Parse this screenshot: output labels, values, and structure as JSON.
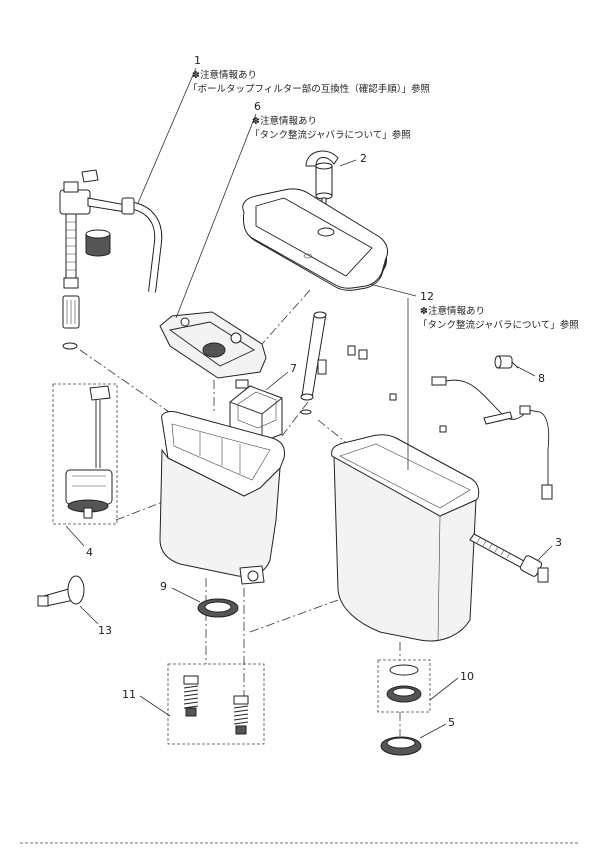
{
  "callouts": {
    "part_1": "1",
    "part_2": "2",
    "part_3": "3",
    "part_4": "4",
    "part_5": "5",
    "part_6": "6",
    "part_7": "7",
    "part_8": "8",
    "part_9": "9",
    "part_10": "10",
    "part_11": "11",
    "part_12": "12",
    "part_13": "13"
  },
  "notes": {
    "note_1": {
      "mark": "✽注意情報あり",
      "ref": "「ボールタップフィルター部の互換性（確認手順）」参照"
    },
    "note_6": {
      "mark": "✽注意情報あり",
      "ref": "「タンク整流ジャバラについて」参照"
    },
    "note_12": {
      "mark": "✽注意情報あり",
      "ref": "「タンク整流ジャバラについて」参照"
    }
  }
}
